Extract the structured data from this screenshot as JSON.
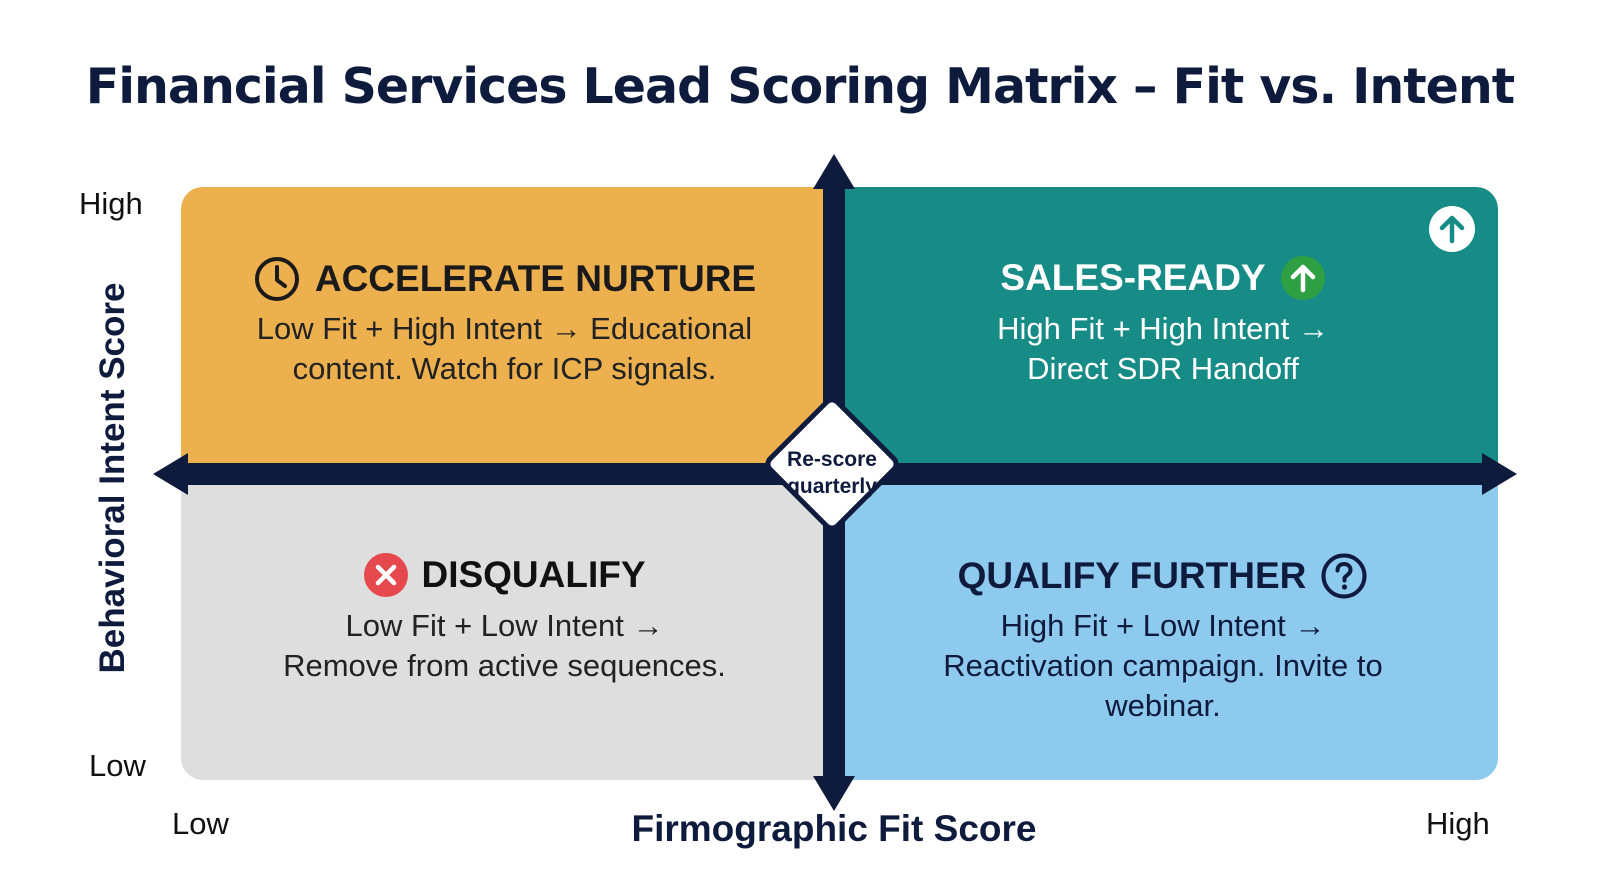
{
  "title": "Financial Services Lead Scoring Matrix – Fit vs. Intent",
  "axes": {
    "x_title": "Firmographic Fit Score",
    "y_title": "Behavioral Intent Score",
    "x_low": "Low",
    "x_high": "High",
    "y_low": "Low",
    "y_high": "High"
  },
  "center_badge": {
    "line1": "Re-score",
    "line2": "quarterly"
  },
  "quadrants": {
    "top_left": {
      "title": "ACCELERATE NURTURE",
      "line1": "Low Fit + High Intent → Educational",
      "line2": "content. Watch for ICP signals.",
      "icon": "clock-icon",
      "color": "#edb04f"
    },
    "top_right": {
      "title": "SALES-READY",
      "line1": "High Fit + High Intent →",
      "line2": "Direct SDR Handoff",
      "icon": "arrow-up-icon",
      "color": "#178c86"
    },
    "bottom_left": {
      "title": "DISQUALIFY",
      "line1": "Low Fit + Low Intent →",
      "line2": "Remove from active sequences.",
      "icon": "x-circle-icon",
      "color": "#dedede"
    },
    "bottom_right": {
      "title": "QUALIFY FURTHER",
      "line1": "High Fit + Low Intent →",
      "line2": "Reactivation campaign. Invite to",
      "line3": "webinar.",
      "icon": "question-circle-icon",
      "color": "#8ec9ee"
    }
  },
  "colors": {
    "axis": "#0f1b3d",
    "positive_icon": "#2ea043",
    "negative_icon": "#e5484d"
  }
}
